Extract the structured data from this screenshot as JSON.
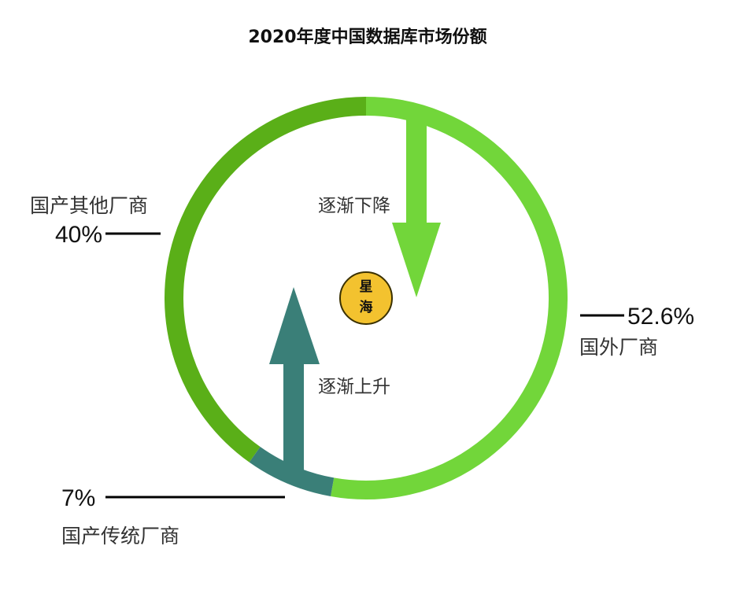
{
  "chart_data": {
    "type": "pie",
    "title": "2020年度中国数据库市场份额",
    "slices": [
      {
        "label": "国外厂商",
        "value": 52.6,
        "value_label": "52.6%",
        "color": "#72d63a"
      },
      {
        "label": "国产传统厂商",
        "value": 7,
        "value_label": "7%",
        "color": "#3a7f78"
      },
      {
        "label": "国产其他厂商",
        "value": 40,
        "value_label": "40%",
        "color": "#5aaf18"
      }
    ],
    "annotations": {
      "down": "逐渐下降",
      "up": "逐渐上升"
    },
    "logo_text": "星海"
  }
}
